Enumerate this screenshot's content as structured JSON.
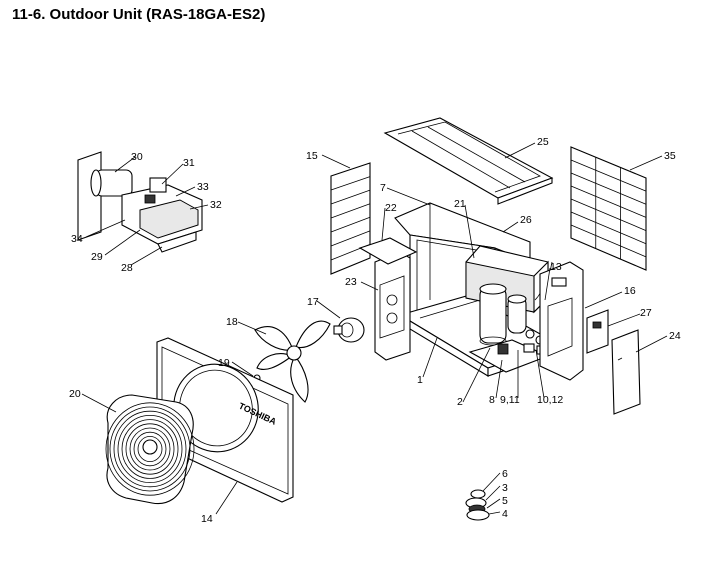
{
  "title": "11-6. Outdoor Unit  (RAS-18GA-ES2)",
  "brand_text": "TOSHIBA",
  "callouts": [
    {
      "id": "c1",
      "text": "1"
    },
    {
      "id": "c2",
      "text": "2"
    },
    {
      "id": "c3",
      "text": "3"
    },
    {
      "id": "c4",
      "text": "4"
    },
    {
      "id": "c5",
      "text": "5"
    },
    {
      "id": "c6",
      "text": "6"
    },
    {
      "id": "c7",
      "text": "7"
    },
    {
      "id": "c8",
      "text": "8"
    },
    {
      "id": "c9",
      "text": "9,11"
    },
    {
      "id": "c10",
      "text": "10,12"
    },
    {
      "id": "c13",
      "text": "13"
    },
    {
      "id": "c14",
      "text": "14"
    },
    {
      "id": "c15",
      "text": "15"
    },
    {
      "id": "c16",
      "text": "16"
    },
    {
      "id": "c17",
      "text": "17"
    },
    {
      "id": "c18",
      "text": "18"
    },
    {
      "id": "c19",
      "text": "19"
    },
    {
      "id": "c20",
      "text": "20"
    },
    {
      "id": "c21",
      "text": "21"
    },
    {
      "id": "c22",
      "text": "22"
    },
    {
      "id": "c23",
      "text": "23"
    },
    {
      "id": "c24",
      "text": "24"
    },
    {
      "id": "c25",
      "text": "25"
    },
    {
      "id": "c26",
      "text": "26"
    },
    {
      "id": "c27",
      "text": "27"
    },
    {
      "id": "c28",
      "text": "28"
    },
    {
      "id": "c29",
      "text": "29"
    },
    {
      "id": "c30",
      "text": "30"
    },
    {
      "id": "c31",
      "text": "31"
    },
    {
      "id": "c32",
      "text": "32"
    },
    {
      "id": "c33",
      "text": "33"
    },
    {
      "id": "c34",
      "text": "34"
    },
    {
      "id": "c35",
      "text": "35"
    }
  ]
}
